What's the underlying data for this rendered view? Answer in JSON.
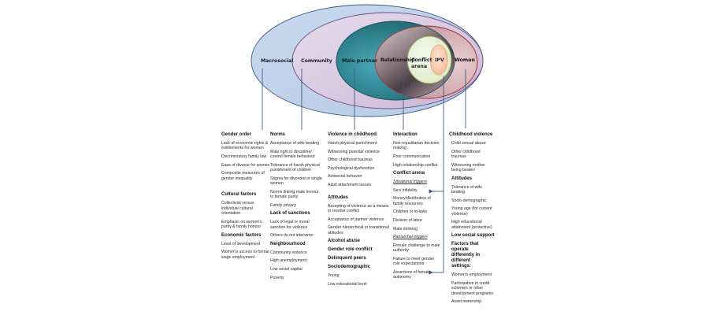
{
  "diagram": {
    "title": "Ecological framework of intimate partner violence (IPV)",
    "levels": [
      {
        "id": "macrosocial",
        "label": "Macrosocial",
        "fill": "#c3d5ea",
        "stroke": "#3b5a8a"
      },
      {
        "id": "community",
        "label": "Community",
        "fill": "#ddd0e4",
        "stroke": "#6b4c7e"
      },
      {
        "id": "male_partner",
        "label": "Male partner",
        "fill": "#2a7a86",
        "stroke": "#1e5660"
      },
      {
        "id": "relationship",
        "label": "Relationship",
        "fill": "#8a6e74",
        "stroke": "#a33a3a"
      },
      {
        "id": "conflict_arena",
        "label_line1": "Conflict",
        "label_line2": "arena",
        "fill": "#e6f0d2",
        "stroke": "#86a655"
      },
      {
        "id": "ipv",
        "label": "IPV",
        "fill": "#f7c9a8",
        "stroke": "#e3a074"
      },
      {
        "id": "woman",
        "label": "Woman",
        "fill": "#dbb9bd",
        "stroke": "#a33a3a"
      }
    ],
    "connector_color": "#3e5b82"
  },
  "columns": {
    "macrosocial": {
      "blocks": [
        {
          "heading": "Gender order",
          "items": [
            "Lack of economic rights & entitlements for women",
            "Discriminatory family law",
            "Ease of divorce for women",
            "Composite measures of gender inequality"
          ]
        },
        {
          "heading": "Cultural factors",
          "items": [
            "Collectivist versus individual cultural orientation",
            "Emphasis on women's purity & family honour"
          ]
        },
        {
          "heading": "Economic factors",
          "items": [
            "Level of development",
            "Women's access to formal wage employment"
          ]
        }
      ]
    },
    "community": {
      "blocks": [
        {
          "heading": "Norms",
          "items": [
            "Acceptance of wife beating",
            "Male right to discipline/ control female behaviour",
            "Tolerance of harsh physical punishment of children",
            "Stigma for divorced or single women",
            "Norms linking male honour to female purity",
            "Family privacy"
          ]
        },
        {
          "heading": "Lack of sanctions",
          "items": [
            "Lack of legal or moral sanction for violence",
            "Others do not intervene"
          ]
        },
        {
          "heading": "Neighbourhood",
          "items": [
            "Community violence",
            "High unemployment",
            "Low social capital",
            "Poverty"
          ]
        }
      ]
    },
    "male_partner": {
      "blocks": [
        {
          "heading": "Violence in childhood",
          "items": [
            "Harsh physical punishment",
            "Witnessing parental violence",
            "Other childhood traumas",
            "Psychological dysfunction",
            "Antisocial behavior",
            "Adult attachment issues"
          ]
        },
        {
          "heading": "Attitudes",
          "items": [
            "Accepting of violence as a means to resolve conflict",
            "Acceptance of partner violence",
            "Gender hierarchical or transitional attitudes"
          ]
        },
        {
          "heading": "Alcohol abuse",
          "items": []
        },
        {
          "heading": "Gender role conflict",
          "items": []
        },
        {
          "heading": "Delinquent peers",
          "items": []
        },
        {
          "heading": "Sociodemographic",
          "items": [
            "Young",
            "Low educational level"
          ]
        }
      ]
    },
    "relationship": {
      "blocks": [
        {
          "heading": "Interaction",
          "items": [
            "Non-equalitarian decision making",
            "Poor communication",
            "High relationship conflict"
          ]
        },
        {
          "heading": "Conflict arena",
          "items": []
        }
      ],
      "situational": {
        "label": "Situational triggers",
        "items": [
          "Sex/ infidelity",
          "Money/distribution of family resources",
          "Children or in-laws",
          "Division of labor",
          "Male drinking"
        ]
      },
      "patriarchal": {
        "label": "Patriarchal triggers",
        "items": [
          "Female challenge to male authority",
          "Failure to meet gender role expectations",
          "Assertions of female autonomy"
        ]
      }
    },
    "woman": {
      "blocks": [
        {
          "heading": "Childhood violence",
          "items": [
            "Child sexual abuse",
            "Other childhood traumas",
            "Witnessing mother being beaten"
          ]
        },
        {
          "heading": "Attitudes",
          "items": [
            "Tolerance of wife beating",
            "Socio-demographic",
            "Young age (for current violence)",
            "High educational attainment (protective)"
          ]
        },
        {
          "heading": "Low social support",
          "items": []
        },
        {
          "heading": "Factors that operate differently in different settings:",
          "items": [
            "Women's employment",
            "Participation in credit schemes or other development programs",
            "Asset ownership"
          ]
        }
      ]
    }
  }
}
